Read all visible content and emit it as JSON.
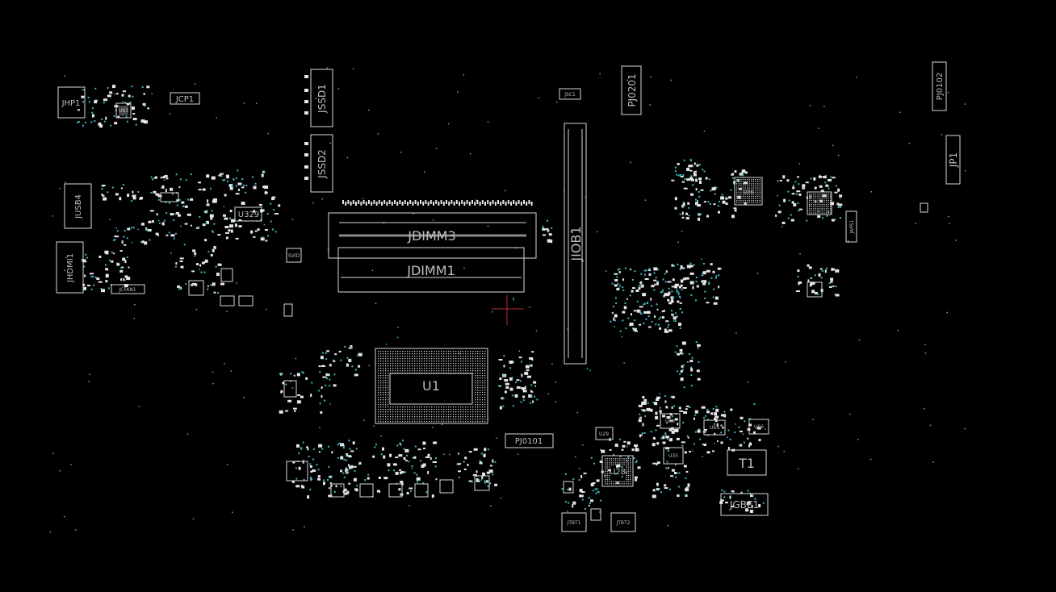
{
  "board": {
    "background": "#000000",
    "outline_color": "#d9d9d9",
    "pad_color": "#e6e6e6",
    "via_color": "#3fb8c2",
    "marker_color": "#b03030"
  },
  "labels": {
    "jhp1": "JHP1",
    "u83": "U83",
    "jcp1": "JCP1",
    "jssd1": "JSSD1",
    "jssd2": "JSSD2",
    "jusb4": "JUSB4",
    "u329": "U329",
    "svid": "SVID",
    "jhdmi1": "JHDMI1",
    "jcfan1": "JCFAN1",
    "jdimm3": "JDIMM3",
    "jdimm1": "JDIMM1",
    "jsc1": "JSC1",
    "jiob1": "JIOB1",
    "pj0201": "PJ0201",
    "pj0102": "PJ0102",
    "jp1": "JP1",
    "u36": "U36",
    "japs1": "JAPS1",
    "u1": "U1",
    "pj0101": "PJ0101",
    "u29": "U29",
    "u28": "U28",
    "u63": "U63",
    "u65": "U65",
    "u66": "U66",
    "u35": "U35",
    "t1": "T1",
    "jgbe1": "JGBE1",
    "jtbt1": "JTBT1",
    "jtbt2": "JTBT2"
  }
}
